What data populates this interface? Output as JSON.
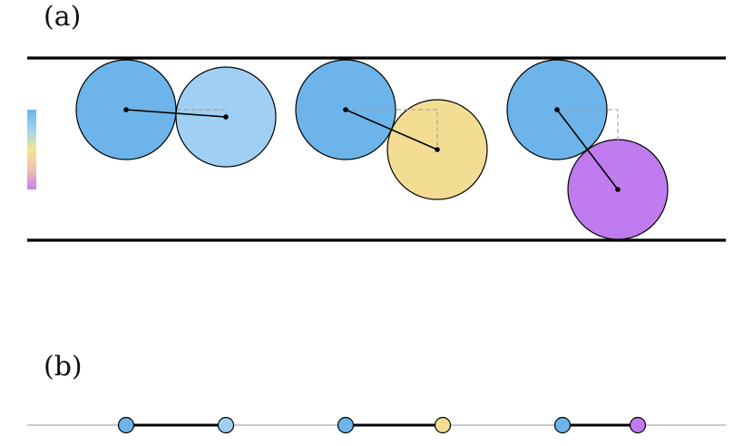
{
  "panels": {
    "a": {
      "label": "(a)"
    },
    "b": {
      "label": "(b)"
    }
  },
  "colors": {
    "blue": "#6db4ea",
    "light_blue": "#9fd0f3",
    "yellow": "#f3dd93",
    "purple": "#c07bef",
    "walls": "#000000",
    "bond": "#000000",
    "guide_dashed": "#9a9a9a",
    "baseline": "#b7b7b7",
    "colorbar": [
      "#6ab6f0",
      "#9ed4f0",
      "#f4e58f",
      "#f0c0b0",
      "#c87ff0"
    ]
  },
  "disk_pairs": [
    {
      "left": "blue",
      "right": "light_blue"
    },
    {
      "left": "blue",
      "right": "yellow"
    },
    {
      "left": "blue",
      "right": "purple"
    }
  ]
}
